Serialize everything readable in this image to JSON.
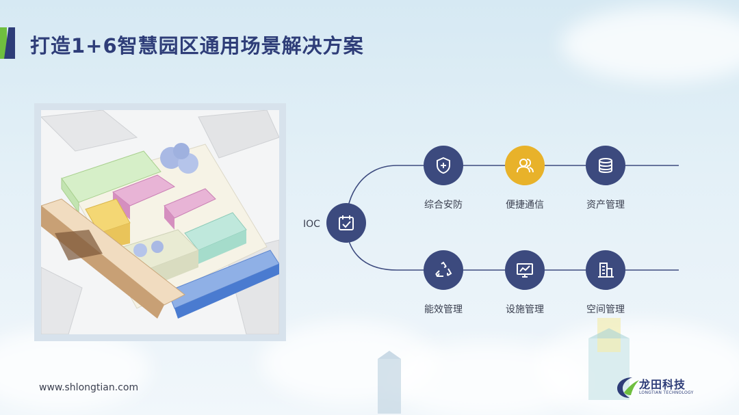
{
  "title": "打造1+6智慧园区通用场景解决方案",
  "diagram": {
    "hub_label": "IOC",
    "nodes": [
      {
        "label": "综合安防",
        "icon": "shield-plus-icon"
      },
      {
        "label": "便捷通信",
        "icon": "users-icon",
        "highlight": true
      },
      {
        "label": "资产管理",
        "icon": "coin-stack-icon"
      },
      {
        "label": "能效管理",
        "icon": "recycle-icon"
      },
      {
        "label": "设施管理",
        "icon": "monitor-chart-icon"
      },
      {
        "label": "空间管理",
        "icon": "building-icon"
      }
    ]
  },
  "footer": {
    "url": "www.shlongtian.com",
    "brand_name": "龙田科技",
    "brand_sub": "LONGTIAN TECHNOLOGY"
  },
  "colors": {
    "primary": "#3c4a7e",
    "accent": "#e8b22a",
    "green": "#6fbf3f"
  }
}
